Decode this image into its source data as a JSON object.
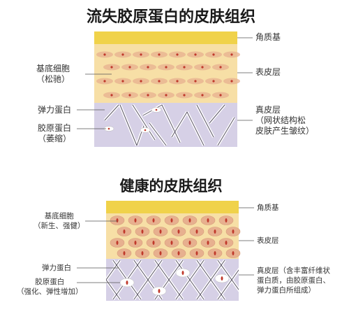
{
  "diagram1": {
    "title": "流失胶原蛋白的皮肤组织",
    "labels": {
      "cell_line1": "基底细胞",
      "cell_line2": "（松驰）",
      "elastin": "弹力蛋白",
      "collagen_line1": "胶原蛋白",
      "collagen_line2": "（萎缩）",
      "stratum": "角质基",
      "epidermis": "表皮层",
      "dermis_line1": "真皮层",
      "dermis_line2": "（网状结构松",
      "dermis_line3": "皮肤产生皱纹）"
    }
  },
  "diagram2": {
    "title": "健康的皮肤组织",
    "labels": {
      "cell_line1": "基底细胞",
      "cell_line2": "（新生、强健）",
      "elastin": "弹力蛋白",
      "collagen_line1": "胶原蛋白",
      "collagen_line2": "（强化、弹性增加）",
      "stratum": "角质基",
      "epidermis": "表皮层",
      "dermis_line1": "真皮层（含丰富纤维状",
      "dermis_line2": "蛋白质，由胶原蛋白、",
      "dermis_line3": "弹力蛋白所组成）"
    }
  },
  "colors": {
    "stratum": "#f0d24a",
    "epidermis": "#f7dfa6",
    "dermis": "#d6d0e6",
    "cell": "#e7b08f",
    "nucleus": "#c0392b"
  }
}
